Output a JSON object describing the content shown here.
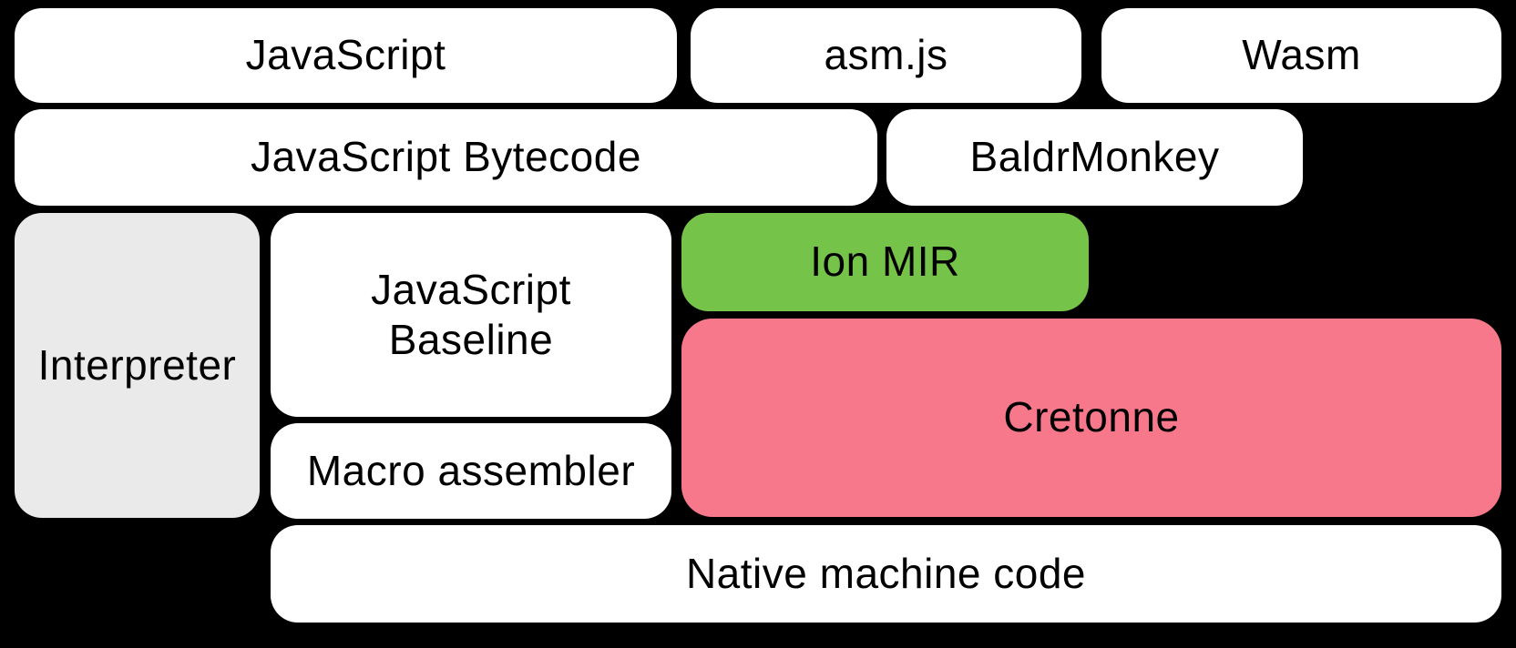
{
  "diagram": {
    "description": "Compiler pipeline block diagram",
    "background_color": "#000000",
    "text_color": "#000000",
    "colors": {
      "box_white": "#FFFFFF",
      "interpreter_gray": "#EAEAEA",
      "ion_mir_green": "#76C349",
      "cretonne_pink": "#F7788A"
    },
    "nodes": [
      {
        "id": "javascript",
        "label": "JavaScript",
        "color": "#FFFFFF"
      },
      {
        "id": "asm-js",
        "label": "asm.js",
        "color": "#FFFFFF"
      },
      {
        "id": "wasm",
        "label": "Wasm",
        "color": "#FFFFFF"
      },
      {
        "id": "javascript-bytecode",
        "label": "JavaScript Bytecode",
        "color": "#FFFFFF"
      },
      {
        "id": "baldrmonkey",
        "label": "BaldrMonkey",
        "color": "#FFFFFF"
      },
      {
        "id": "interpreter",
        "label": "Interpreter",
        "color": "#EAEAEA"
      },
      {
        "id": "javascript-baseline",
        "label": "JavaScript\nBaseline",
        "color": "#FFFFFF"
      },
      {
        "id": "ion-mir",
        "label": "Ion MIR",
        "color": "#76C349"
      },
      {
        "id": "cretonne",
        "label": "Cretonne",
        "color": "#F7788A"
      },
      {
        "id": "macro-assembler",
        "label": "Macro assembler",
        "color": "#FFFFFF"
      },
      {
        "id": "native-machine-code",
        "label": "Native machine code",
        "color": "#FFFFFF"
      }
    ]
  }
}
